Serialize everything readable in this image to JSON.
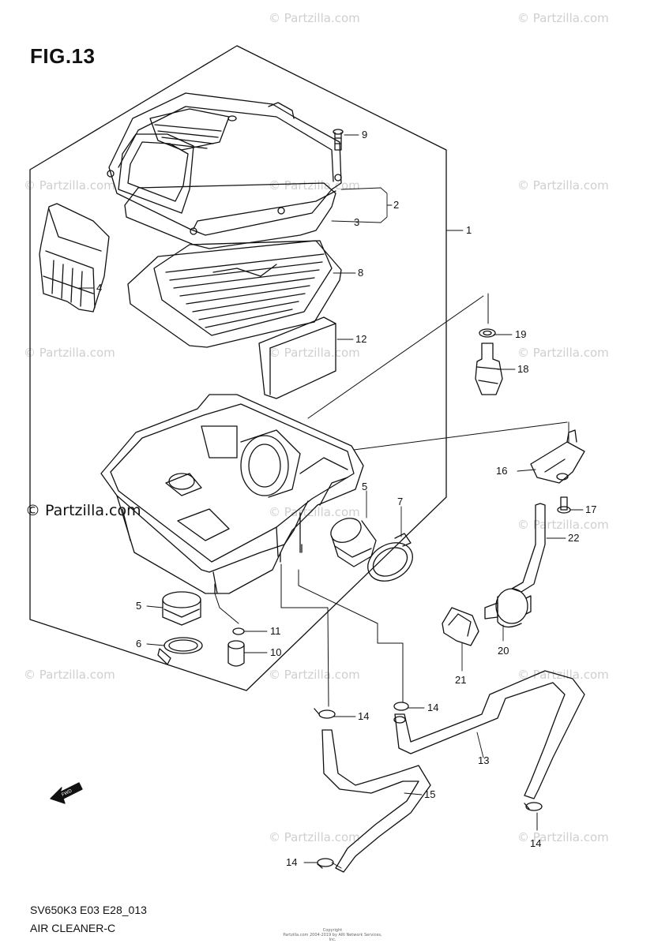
{
  "figure": {
    "title": "FIG.13"
  },
  "watermark": {
    "text": "© Partzilla.com",
    "prominent_text": "© Partzilla.com"
  },
  "footer": {
    "model_code": "SV650K3 E03 E28_013",
    "section_name": "AIR CLEANER-C"
  },
  "copyright": {
    "line1": "Copyright",
    "line2": "Partzilla.com 2004-2019 by ARI Network Services, Inc."
  },
  "fwd_label": "FWD",
  "callouts": [
    {
      "num": "1",
      "part": "air-cleaner-assembly"
    },
    {
      "num": "2",
      "part": "cap"
    },
    {
      "num": "3",
      "part": "seal"
    },
    {
      "num": "4",
      "part": "intake-duct"
    },
    {
      "num": "5",
      "part": "outlet-tube"
    },
    {
      "num": "5",
      "part": "outlet-tube"
    },
    {
      "num": "6",
      "part": "clamp"
    },
    {
      "num": "7",
      "part": "clamp"
    },
    {
      "num": "8",
      "part": "filter-element"
    },
    {
      "num": "9",
      "part": "screw"
    },
    {
      "num": "10",
      "part": "cap"
    },
    {
      "num": "11",
      "part": "clip"
    },
    {
      "num": "12",
      "part": "sponge"
    },
    {
      "num": "13",
      "part": "hose"
    },
    {
      "num": "14",
      "part": "clamp"
    },
    {
      "num": "14",
      "part": "clamp"
    },
    {
      "num": "14",
      "part": "clamp"
    },
    {
      "num": "14",
      "part": "clamp"
    },
    {
      "num": "15",
      "part": "hose"
    },
    {
      "num": "16",
      "part": "bracket"
    },
    {
      "num": "17",
      "part": "screw"
    },
    {
      "num": "18",
      "part": "sensor"
    },
    {
      "num": "19",
      "part": "o-ring"
    },
    {
      "num": "20",
      "part": "filter"
    },
    {
      "num": "21",
      "part": "holder"
    },
    {
      "num": "22",
      "part": "hose"
    }
  ]
}
